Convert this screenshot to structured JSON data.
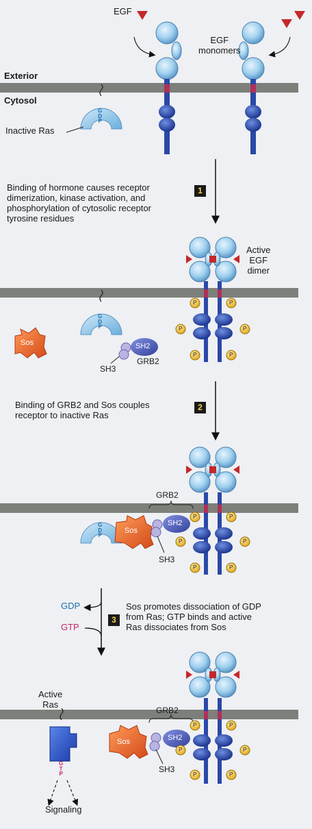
{
  "labels": {
    "egf": "EGF",
    "egf_monomers": "EGF\nmonomers",
    "exterior": "Exterior",
    "cytosol": "Cytosol",
    "inactive_ras": "Inactive Ras",
    "active_egf_dimer": "Active\nEGF\ndimer",
    "sos": "Sos",
    "sh2": "SH2",
    "sh3": "SH3",
    "grb2": "GRB2",
    "gdp": "GDP",
    "gtp": "GTP",
    "gdp_vertical": "G\nD\nP",
    "gtp_vertical": "G\nT\nP",
    "p": "P",
    "active_ras": "Active\nRas",
    "signaling": "Signaling"
  },
  "steps": [
    {
      "number": "1",
      "text": "Binding of hormone causes receptor\ndimerization, kinase activation, and\nphosphorylation of cytosolic receptor\ntyrosine residues"
    },
    {
      "number": "2",
      "text": "Binding of GRB2 and Sos couples\nreceptor to inactive Ras"
    },
    {
      "number": "3",
      "text": "Sos promotes dissociation of GDP\nfrom Ras; GTP binds and active\nRas dissociates from Sos"
    }
  ],
  "colors": {
    "membrane": "#7d7f7a",
    "receptor_light": "#9fd0ee",
    "receptor_dark": "#2a48a8",
    "ras_light": "#8fc6ea",
    "ras_active": "#2050c8",
    "sos": "#ef6a2a",
    "grb2": "#4f5fb8",
    "phosphate": "#f1c03e",
    "egf": "#c4282a",
    "gdp_text": "#1e6fb0",
    "gtp_text": "#c8246a"
  }
}
